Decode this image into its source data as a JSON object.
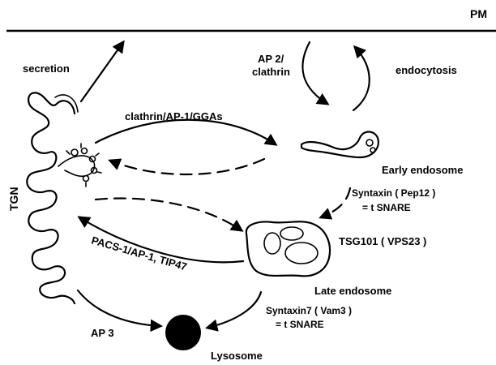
{
  "labels": {
    "pm": "PM",
    "secretion": "secretion",
    "ap2_line1": "AP 2/",
    "ap2_line2": "clathrin",
    "endocytosis": "endocytosis",
    "clathrin_ap1_ggas": "clathrin/AP-1/GGAs",
    "early_endosome": "Early endosome",
    "syntaxin_pep12": "Syntaxin ( Pep12 )",
    "t_snare_1": "= t SNARE",
    "tgn": "TGN",
    "tsg101": "TSG101 ( VPS23 )",
    "pacs": "PACS-1/AP-1,  TIP47",
    "late_endosome": "Late endosome",
    "syntaxin7_vam3": "Syntaxin7 ( Vam3 )",
    "t_snare_2": "= t SNARE",
    "ap3": "AP 3",
    "lysosome": "Lysosome"
  }
}
